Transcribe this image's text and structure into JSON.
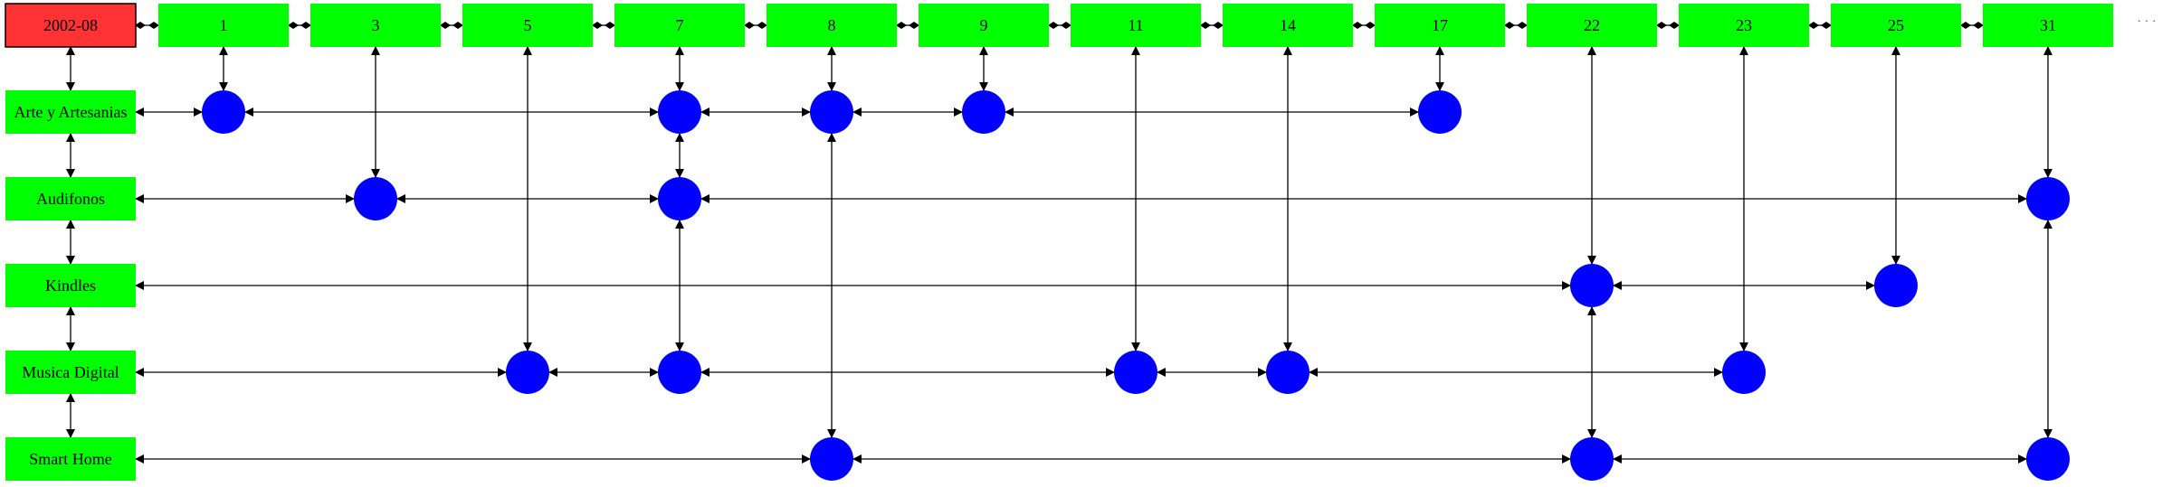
{
  "header": {
    "period": "2002-08",
    "days": [
      "1",
      "3",
      "5",
      "7",
      "8",
      "9",
      "11",
      "14",
      "17",
      "22",
      "23",
      "25",
      "31"
    ],
    "overflow": "· · ·"
  },
  "categories": [
    "Arte y Artesanias",
    "Audifonos",
    "Kindles",
    "Musica Digital",
    "Smart Home"
  ],
  "events": [
    {
      "category": "Arte y Artesanias",
      "days": [
        "1",
        "7",
        "8",
        "9",
        "17"
      ]
    },
    {
      "category": "Audifonos",
      "days": [
        "3",
        "7",
        "31"
      ]
    },
    {
      "category": "Kindles",
      "days": [
        "22",
        "25"
      ]
    },
    {
      "category": "Musica Digital",
      "days": [
        "5",
        "7",
        "11",
        "14",
        "23"
      ]
    },
    {
      "category": "Smart Home",
      "days": [
        "8",
        "22",
        "31"
      ]
    }
  ],
  "colors": {
    "period_fill": "#ff3333",
    "label_fill": "#00ff00",
    "node_fill": "#0000ff",
    "edge": "#000000"
  }
}
